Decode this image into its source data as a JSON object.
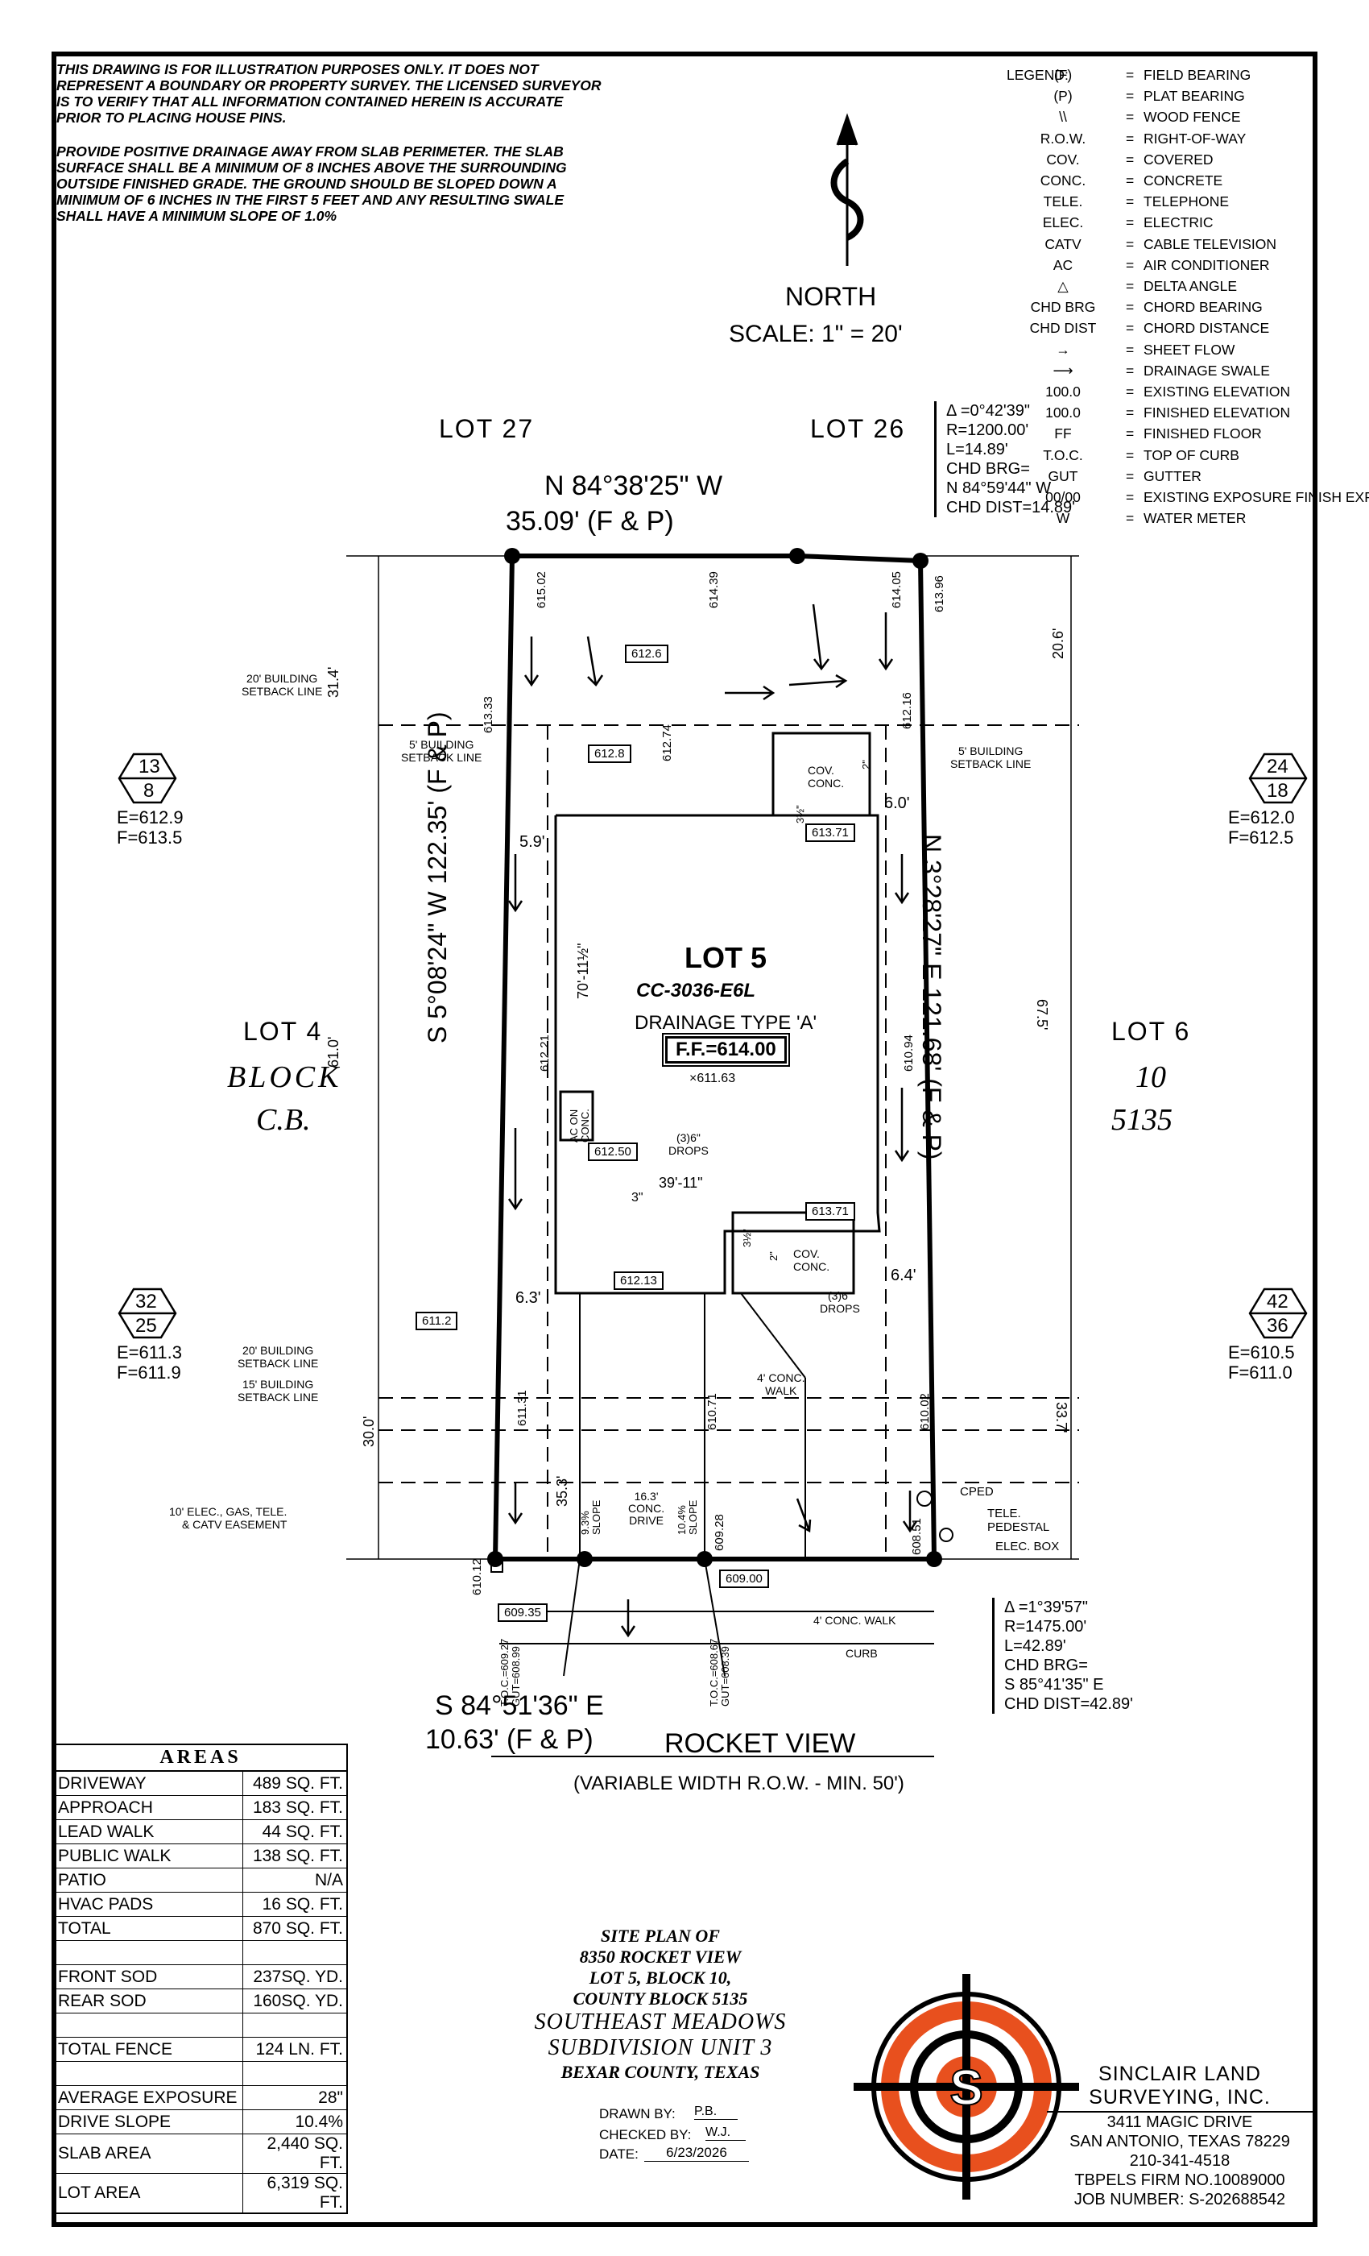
{
  "notes": {
    "para1": "THIS DRAWING IS FOR ILLUSTRATION PURPOSES ONLY. IT DOES NOT\nREPRESENT A BOUNDARY OR PROPERTY SURVEY. THE LICENSED SURVEYOR\nIS TO VERIFY THAT ALL INFORMATION CONTAINED HEREIN IS ACCURATE\nPRIOR TO PLACING HOUSE PINS.",
    "para2": "PROVIDE POSITIVE DRAINAGE AWAY FROM SLAB PERIMETER. THE SLAB\nSURFACE SHALL BE A MINIMUM OF 8 INCHES ABOVE THE SURROUNDING\nOUTSIDE FINISHED GRADE. THE GROUND SHOULD BE SLOPED DOWN A\nMINIMUM OF 6 INCHES IN THE FIRST 5 FEET AND ANY RESULTING SWALE\nSHALL HAVE A MINIMUM SLOPE OF 1.0%"
  },
  "legend": {
    "title": "LEGEND:",
    "items": [
      {
        "abbr": "(F)",
        "desc": "FIELD BEARING"
      },
      {
        "abbr": "(P)",
        "desc": "PLAT BEARING"
      },
      {
        "abbr": "\\\\",
        "desc": "WOOD FENCE"
      },
      {
        "abbr": "R.O.W.",
        "desc": "RIGHT-OF-WAY"
      },
      {
        "abbr": "COV.",
        "desc": "COVERED"
      },
      {
        "abbr": "CONC.",
        "desc": "CONCRETE"
      },
      {
        "abbr": "TELE.",
        "desc": "TELEPHONE"
      },
      {
        "abbr": "ELEC.",
        "desc": "ELECTRIC"
      },
      {
        "abbr": "CATV",
        "desc": "CABLE TELEVISION"
      },
      {
        "abbr": "AC",
        "desc": "AIR CONDITIONER"
      },
      {
        "abbr": "△",
        "desc": "DELTA ANGLE"
      },
      {
        "abbr": "CHD BRG",
        "desc": "CHORD BEARING"
      },
      {
        "abbr": "CHD DIST",
        "desc": "CHORD DISTANCE"
      },
      {
        "abbr": "→",
        "desc": "SHEET FLOW"
      },
      {
        "abbr": "⟶",
        "desc": "DRAINAGE SWALE"
      },
      {
        "abbr": "100.0",
        "desc": "EXISTING ELEVATION"
      },
      {
        "abbr": "100.0",
        "desc": "FINISHED ELEVATION"
      },
      {
        "abbr": "FF",
        "desc": "FINISHED FLOOR"
      },
      {
        "abbr": "T.O.C.",
        "desc": "TOP OF CURB"
      },
      {
        "abbr": "GUT",
        "desc": "GUTTER"
      },
      {
        "abbr": "00/00",
        "desc": "EXISTING EXPOSURE FINISH EXPOSURE"
      },
      {
        "abbr": "W",
        "desc": "WATER METER"
      }
    ]
  },
  "north": {
    "label": "NORTH",
    "scale": "SCALE: 1\" = 20'"
  },
  "plan": {
    "lot_27": "LOT 27",
    "lot_26": "LOT 26",
    "top_bearing": "N 84°38'25\" W",
    "top_distance": "35.09' (F & P)",
    "left_bearing": "S 5°08'24\" W 122.35' (F & P)",
    "right_bearing": "N 3°28'27\" E 121.68' (F & P)",
    "bottom_bearing": "S 84°51'36\" E",
    "bottom_distance": "10.63' (F & P)",
    "street": "ROCKET VIEW",
    "row": "(VARIABLE WIDTH R.O.W. - MIN. 50')",
    "lot_title": "LOT 5",
    "plan_code": "CC-3036-E6L",
    "drainage": "DRAINAGE TYPE 'A'",
    "ff": "F.F.=614.00",
    "ff_elev": "×611.63",
    "lot4": [
      "LOT 4",
      "BLOCK",
      "C.B."
    ],
    "lot6": [
      "LOT 6",
      "10",
      "5135"
    ],
    "curve_top": "Δ =0°42'39\"\nR=1200.00'\nL=14.89'\nCHD BRG=\nN 84°59'44\" W\nCHD DIST=14.89'",
    "curve_bottom": "Δ =1°39'57\"\nR=1475.00'\nL=42.89'\nCHD BRG=\nS 85°41'35\" E\nCHD DIST=42.89'",
    "corner_tl": {
      "top": "13",
      "bottom": "8",
      "e": "E=612.9",
      "f": "F=613.5"
    },
    "corner_tr": {
      "top": "24",
      "bottom": "18",
      "e": "E=612.0",
      "f": "F=612.5"
    },
    "corner_bl": {
      "top": "32",
      "bottom": "25",
      "e": "E=611.3",
      "f": "F=611.9"
    },
    "corner_br": {
      "top": "42",
      "bottom": "36",
      "e": "E=610.5",
      "f": "F=611.0"
    },
    "boxed_elevations": [
      "612.6",
      "612.8",
      "613.71",
      "612.50",
      "613.71",
      "612.13",
      "611.2",
      "609.00",
      "609.35"
    ],
    "spot_elevations": [
      "615.02",
      "614.39",
      "614.05",
      "613.96",
      "612.16",
      "613.33",
      "612.74",
      "612.21",
      "610.94",
      "611.31",
      "610.71",
      "610.02",
      "610.12",
      "609.28",
      "608.51"
    ],
    "dims": [
      "31.4'",
      "20.6'",
      "61.0'",
      "67.5'",
      "30.0'",
      "33.7'",
      "35.3'",
      "5.9'",
      "6.0'",
      "6.3'",
      "6.4'",
      "70'-11½\"",
      "39'-11\""
    ],
    "labels": {
      "bsl20_top": "20' BUILDING\nSETBACK LINE",
      "bsl5_left": "5' BUILDING\nSETBACK LINE",
      "bsl5_right": "5' BUILDING\nSETBACK LINE",
      "bsl20_bot": "20' BUILDING\nSETBACK LINE",
      "bsl15": "15' BUILDING\nSETBACK LINE",
      "easement": "10' ELEC., GAS, TELE.\n& CATV EASEMENT",
      "cov_conc_top": "COV.\nCONC.",
      "cov_conc_bot": "COV.\nCONC.",
      "ac_on_conc": "AC ON\nCONC.",
      "drops1": "(3)6\"\nDROPS",
      "drops2": "(3)6\"\nDROPS",
      "walk4": "4' CONC.\nWALK",
      "drive": "16.3'\nCONC.\nDRIVE",
      "slope1": "9.3%\nSLOPE",
      "slope2": "10.4%\nSLOPE",
      "cped": "CPED",
      "tele_ped": "TELE.\nPEDESTAL",
      "elec_box": "ELEC. BOX",
      "walk_bottom": "4' CONC. WALK",
      "curb": "CURB",
      "toc1": "T.O.C.=609.27\nGUT=608.99",
      "toc2": "T.O.C.=608.67\nGUT=608.39",
      "three": "3\"",
      "three_half1": "3½\"",
      "two1": "2\"",
      "three_half2": "3½\"",
      "two2": "2\""
    }
  },
  "areas": {
    "title": "AREAS",
    "rows": [
      {
        "label": "DRIVEWAY",
        "value": "489 SQ. FT."
      },
      {
        "label": "APPROACH",
        "value": "183 SQ. FT."
      },
      {
        "label": "LEAD WALK",
        "value": "44 SQ. FT."
      },
      {
        "label": "PUBLIC WALK",
        "value": "138 SQ. FT."
      },
      {
        "label": "PATIO",
        "value": "N/A"
      },
      {
        "label": "HVAC PADS",
        "value": "16 SQ. FT."
      },
      {
        "label": "TOTAL",
        "value": "870 SQ. FT."
      },
      {
        "label": "",
        "value": ""
      },
      {
        "label": "FRONT SOD",
        "value": "237SQ. YD."
      },
      {
        "label": "REAR SOD",
        "value": "160SQ. YD."
      },
      {
        "label": "",
        "value": ""
      },
      {
        "label": "TOTAL FENCE",
        "value": "124 LN. FT."
      },
      {
        "label": "",
        "value": ""
      },
      {
        "label": "AVERAGE EXPOSURE",
        "value": "28\""
      },
      {
        "label": "DRIVE SLOPE",
        "value": "10.4%"
      },
      {
        "label": "SLAB AREA",
        "value": "2,440 SQ. FT."
      },
      {
        "label": "LOT AREA",
        "value": "6,319 SQ. FT."
      }
    ]
  },
  "title_block": {
    "line1": "SITE PLAN OF",
    "line2": "8350 ROCKET VIEW",
    "line3": "LOT 5, BLOCK 10,",
    "line4": "COUNTY BLOCK 5135",
    "line5": "SOUTHEAST MEADOWS",
    "line6": "SUBDIVISION UNIT 3",
    "line7": "BEXAR COUNTY, TEXAS",
    "drawn_label": "DRAWN BY:",
    "drawn_value": "P.B.",
    "checked_label": "CHECKED BY:",
    "checked_value": "W.J.",
    "date_label": "DATE:",
    "date_value": "6/23/2026"
  },
  "company": {
    "name1": "SINCLAIR LAND",
    "name2": "SURVEYING, INC.",
    "address1": "3411 MAGIC DRIVE",
    "address2": "SAN ANTONIO, TEXAS 78229",
    "phone": "210-341-4518",
    "firm": "TBPELS FIRM NO.10089000",
    "job": "JOB NUMBER:  S-202688542",
    "logo_letter": "S"
  },
  "colors": {
    "logo_orange": "#E8501E",
    "ink": "#000000"
  }
}
